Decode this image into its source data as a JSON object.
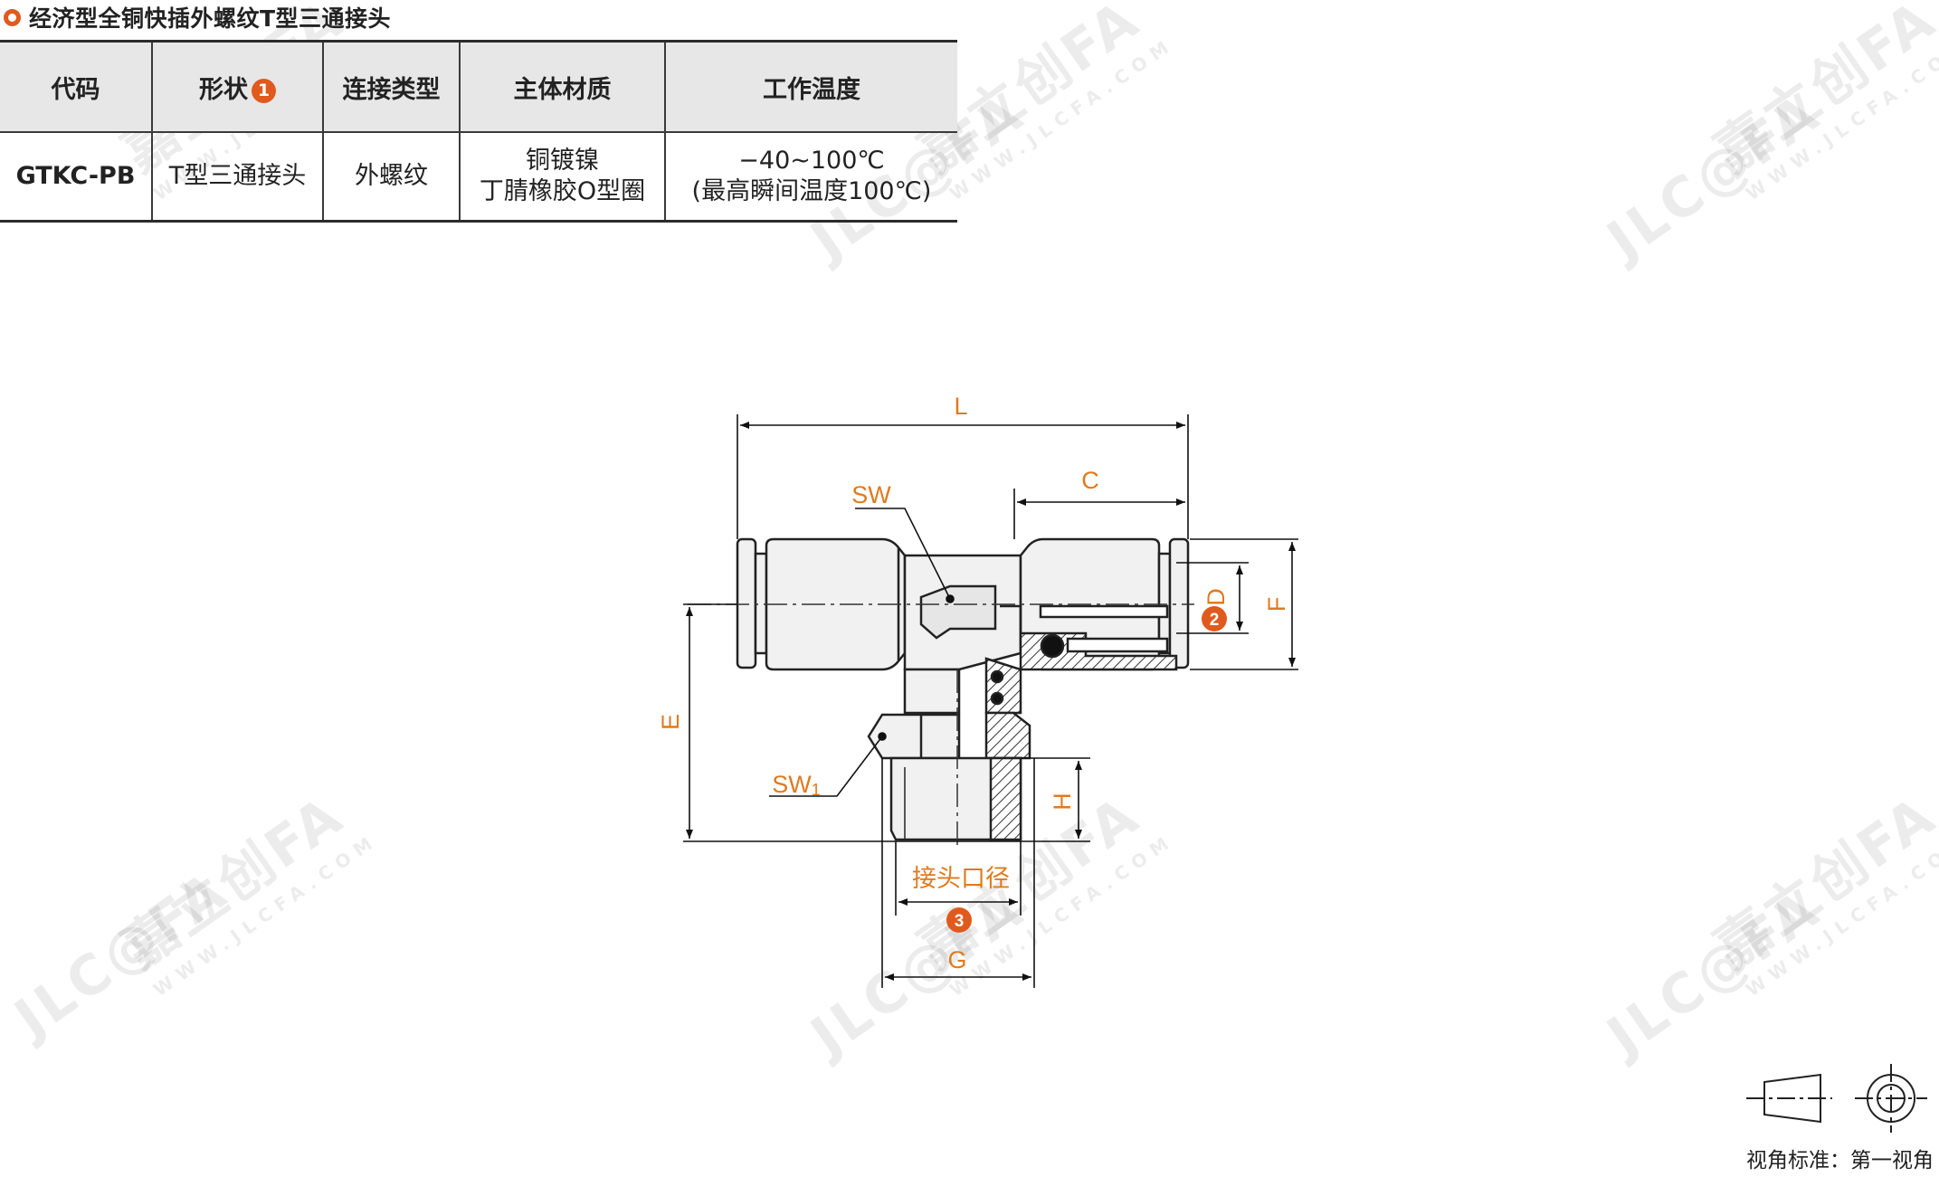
{
  "title": "经济型全铜快插外螺纹T型三通接头",
  "table": {
    "headers": [
      "代码",
      "形状",
      "连接类型",
      "主体材质",
      "工作温度"
    ],
    "shape_badge": "1",
    "row": {
      "code": "GTKC-PB",
      "shape": "T型三通接头",
      "connection": "外螺纹",
      "material_line1": "铜镀镍",
      "material_line2": "丁腈橡胶O型圈",
      "temp_line1": "−40~100℃",
      "temp_line2": "(最高瞬间温度100℃)"
    }
  },
  "drawing": {
    "labels": {
      "L": "L",
      "C": "C",
      "SW": "SW",
      "D": "D",
      "F": "F",
      "E": "E",
      "SW1": "SW",
      "SW1_sub": "1",
      "H": "H",
      "port": "接头口径",
      "G": "G"
    },
    "badges": {
      "D": "2",
      "port": "3"
    }
  },
  "watermark": {
    "brand": "嘉立创FA",
    "site": "WWW.JLCFA.COM",
    "logo": "JLC@FA"
  },
  "view_angle": "视角标准：第一视角",
  "colors": {
    "accent": "#e05a1e",
    "dim": "#e07a1e",
    "code": "#2d6ca3"
  }
}
